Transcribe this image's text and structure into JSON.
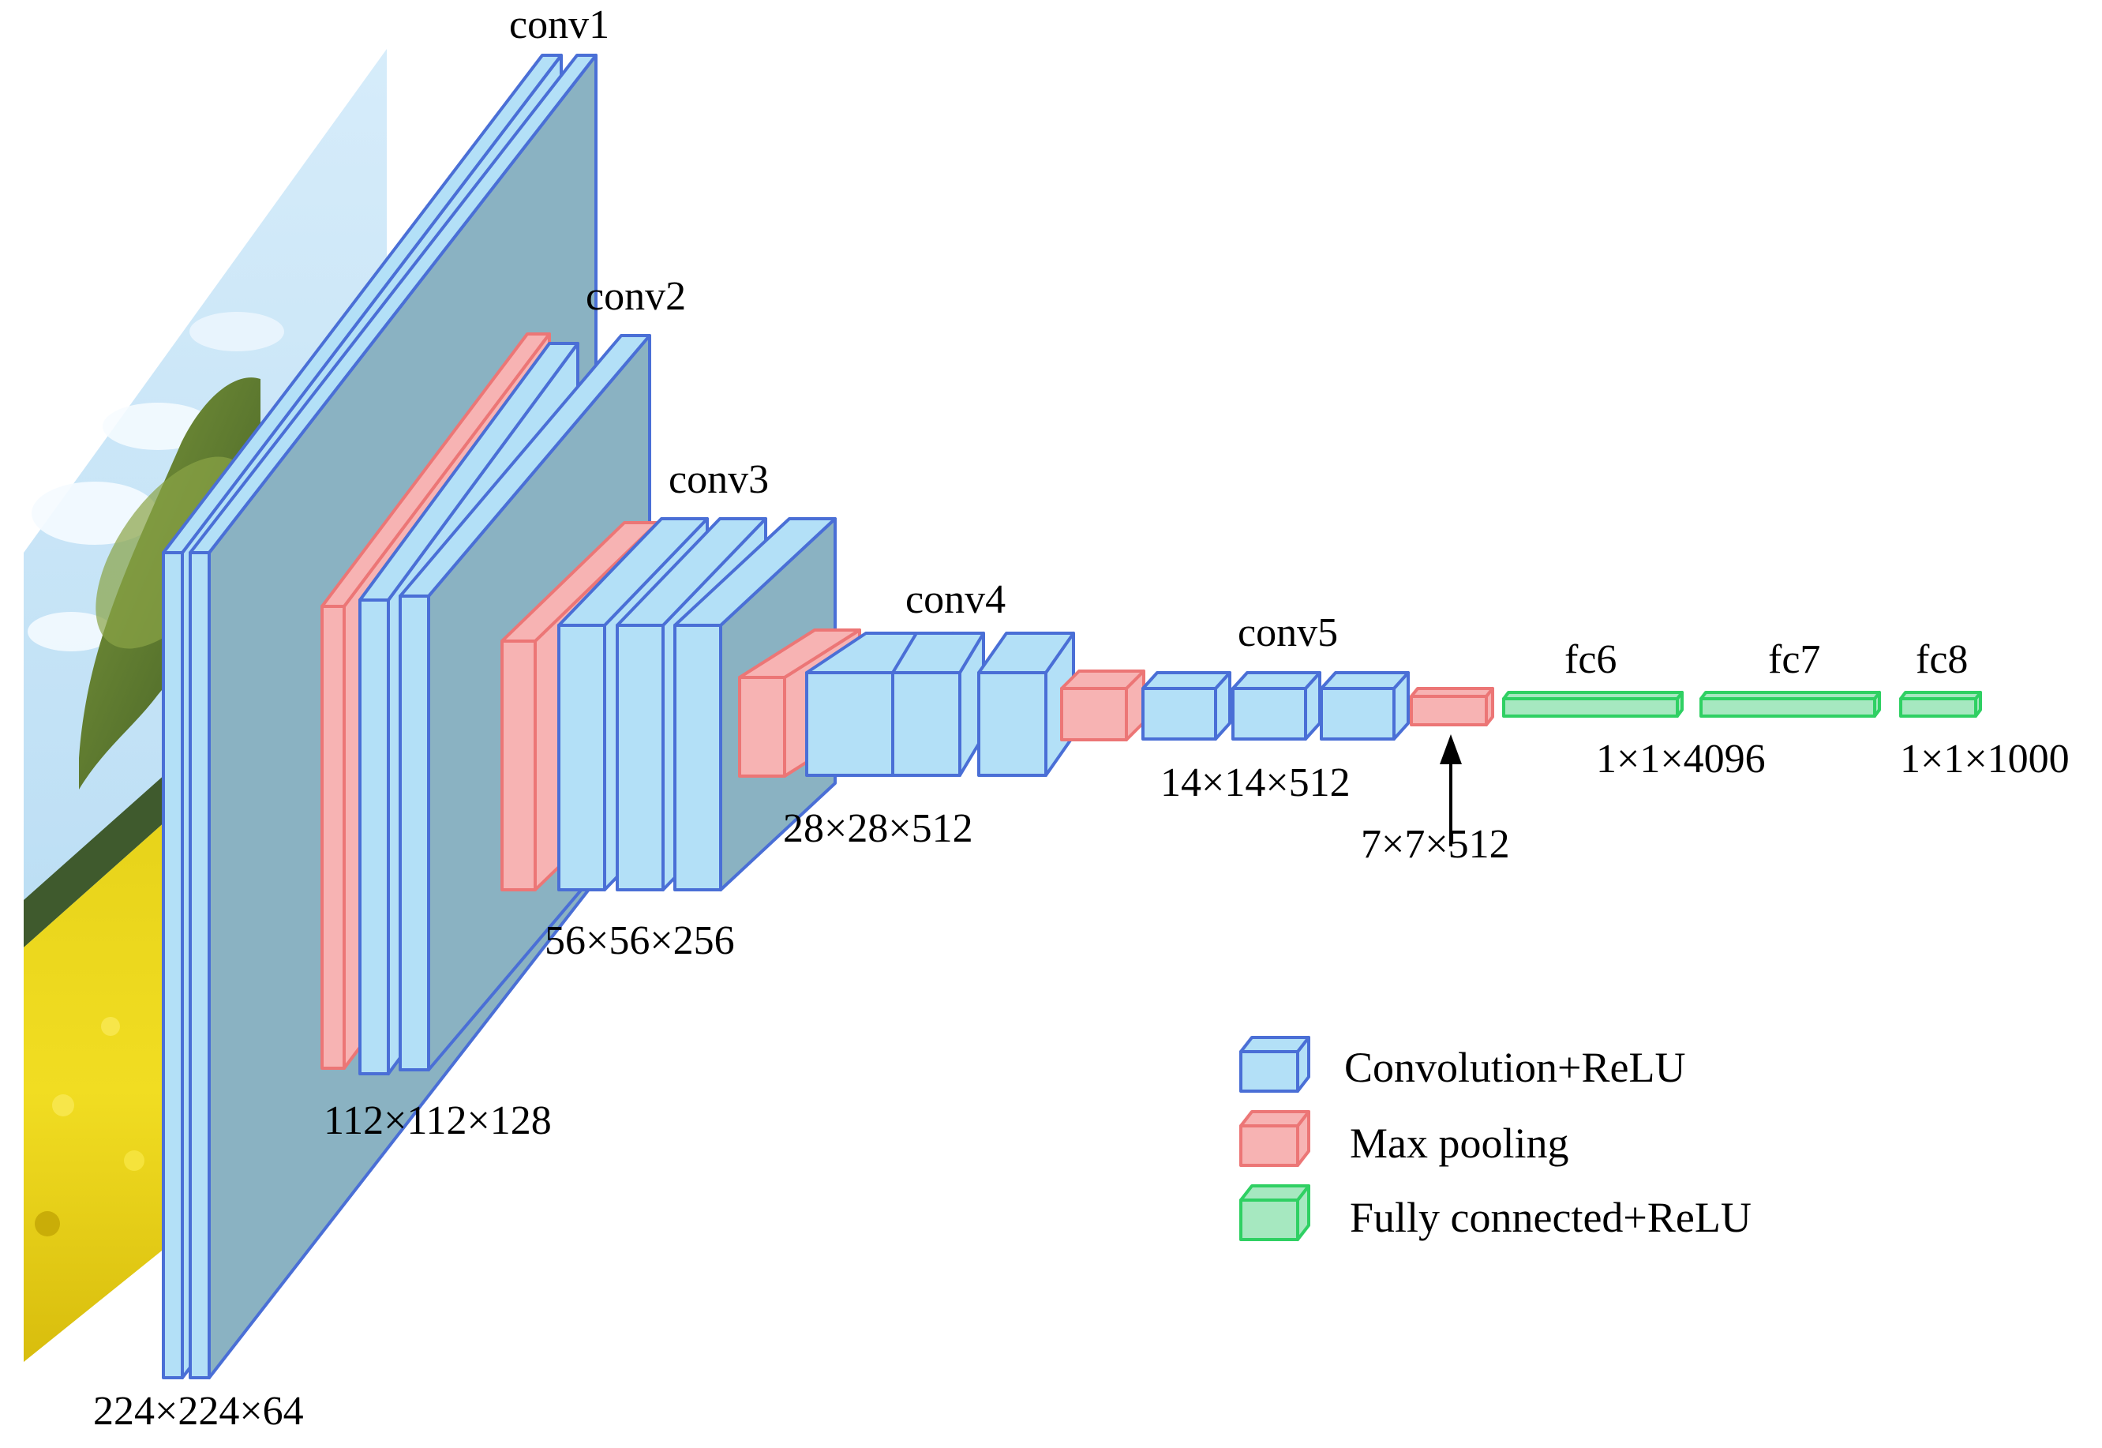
{
  "diagram": {
    "layer_groups": [
      {
        "label": "conv1",
        "output_size": "224×224×64"
      },
      {
        "label": "conv2",
        "output_size": "112×112×128"
      },
      {
        "label": "conv3",
        "output_size": "56×56×256"
      },
      {
        "label": "conv4",
        "output_size": "28×28×512"
      },
      {
        "label": "conv5",
        "output_size": "14×14×512"
      },
      {
        "label": "",
        "output_size": "7×7×512"
      },
      {
        "label": "fc6",
        "output_size": ""
      },
      {
        "label": "fc7",
        "output_size": "1×1×4096"
      },
      {
        "label": "fc8",
        "output_size": "1×1×1000"
      }
    ],
    "legend": [
      {
        "label": "Convolution+ReLU",
        "color": "#b3e0f7",
        "edge": "#4a6fd6"
      },
      {
        "label": "Max pooling",
        "color": "#f7b3b3",
        "edge": "#ec7676"
      },
      {
        "label": "Fully connected+ReLU",
        "color": "#a6e8c0",
        "edge": "#2fd063"
      }
    ],
    "colors": {
      "conv_fill": "#b3e0f7",
      "conv_edge": "#4a6fd6",
      "pool_fill": "#f7b3b3",
      "pool_edge": "#ec7676",
      "fc_fill": "#a6e8c0",
      "fc_edge": "#2fd063",
      "side_face": "#8ab2c2"
    },
    "input_image": "input-photo-tree-field"
  }
}
